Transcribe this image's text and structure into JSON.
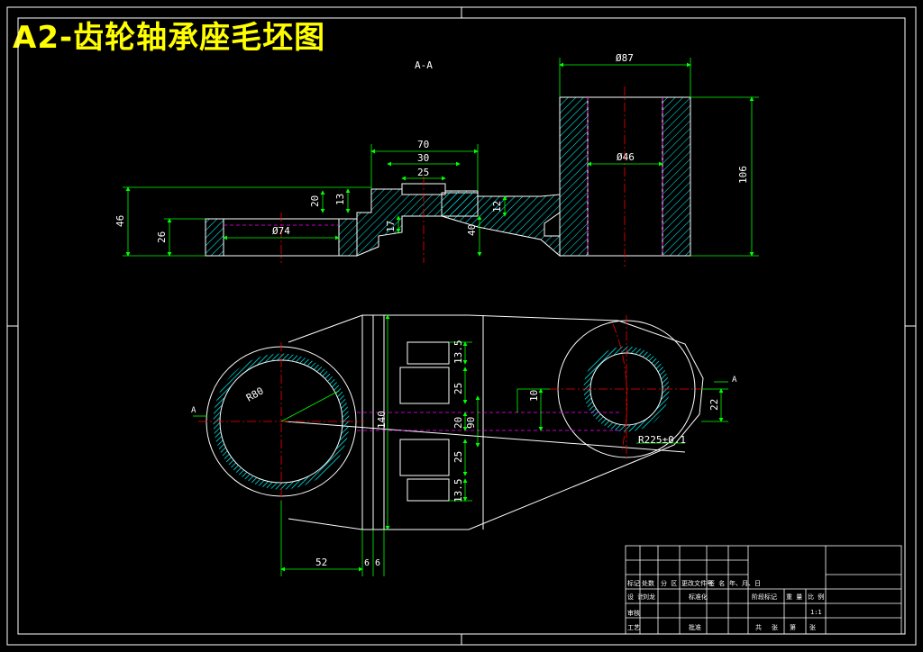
{
  "title": "A2-齿轮轴承座毛坯图",
  "section_label": "A-A",
  "section_marker": "A",
  "colors": {
    "background": "#000000",
    "outline": "#ffffff",
    "dimension": "#00ff00",
    "hatch": "#00ffff",
    "centerline": "#ff0000",
    "hidden": "#ff00ff",
    "title_text": "#ffff00"
  },
  "dimensions": {
    "d87": "Ø87",
    "d46": "Ø46",
    "h106": "106",
    "w70": "70",
    "w30": "30",
    "w25": "25",
    "h20": "20",
    "h13": "13",
    "h46": "46",
    "h26": "26",
    "d74": "Ø74",
    "h17": "17",
    "h40": "40",
    "h12": "12",
    "r80": "R80",
    "v13_5a": "13.5",
    "v25a": "25",
    "v20": "20",
    "v90": "90",
    "v140": "140",
    "v25b": "25",
    "v13_5b": "13.5",
    "v10": "10",
    "v22": "22",
    "r225": "R225±0.1",
    "h52": "52",
    "h6a": "6",
    "h6b": "6"
  },
  "title_block": {
    "row1": [
      "标记",
      "处数",
      "分 区",
      "更改文件号",
      "签 名",
      "年、月、日"
    ],
    "row2": [
      "设 计",
      "刘龙",
      "",
      "标准化"
    ],
    "row3": [
      "审核"
    ],
    "row4": [
      "工艺",
      "",
      "批准"
    ],
    "stage_headers": [
      "阶段标记",
      "重 量",
      "比 例"
    ],
    "scale": "1:1",
    "sheet": [
      "共",
      "张",
      "第",
      "张"
    ]
  }
}
